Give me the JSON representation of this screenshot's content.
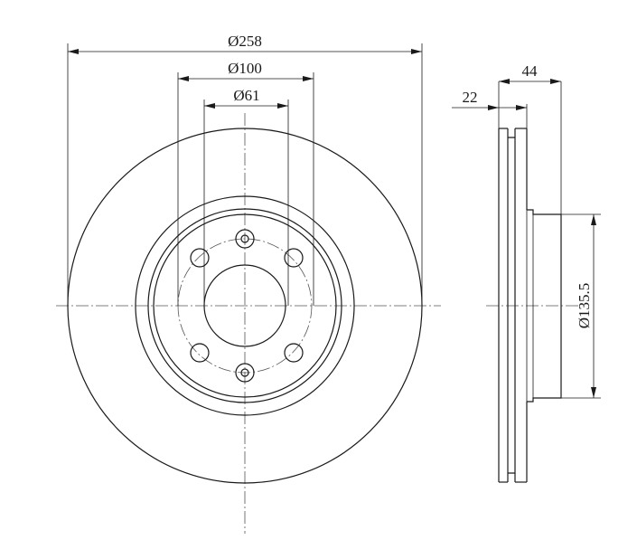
{
  "dimensions": {
    "outer_diameter": "Ø258",
    "bolt_circle": "Ø100",
    "center_bore": "Ø61",
    "hub_diameter": "Ø135.5",
    "total_height": "44",
    "disc_thickness": "22"
  }
}
